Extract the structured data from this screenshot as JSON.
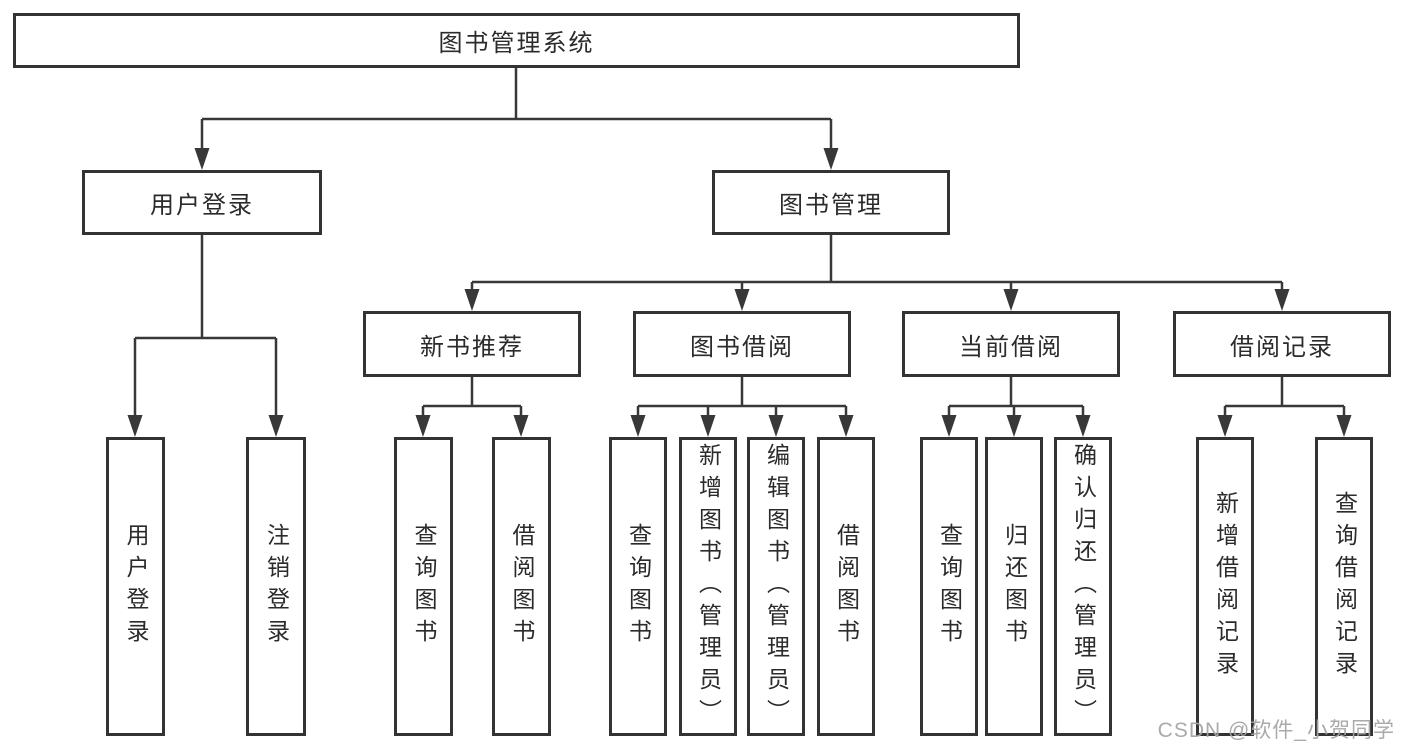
{
  "tree": {
    "root": {
      "label": "图书管理系统"
    },
    "branches": [
      {
        "label": "用户登录",
        "children": [
          {
            "label": "用户登录"
          },
          {
            "label": "注销登录"
          }
        ]
      },
      {
        "label": "图书管理",
        "children": [
          {
            "label": "新书推荐",
            "children": [
              {
                "label": "查询图书"
              },
              {
                "label": "借阅图书"
              }
            ]
          },
          {
            "label": "图书借阅",
            "children": [
              {
                "label": "查询图书"
              },
              {
                "label": "新增图书（管理员）"
              },
              {
                "label": "编辑图书（管理员）"
              },
              {
                "label": "借阅图书"
              }
            ]
          },
          {
            "label": "当前借阅",
            "children": [
              {
                "label": "查询图书"
              },
              {
                "label": "归还图书"
              },
              {
                "label": "确认归还（管理员）"
              }
            ]
          },
          {
            "label": "借阅记录",
            "children": [
              {
                "label": "新增借阅记录"
              },
              {
                "label": "查询借阅记录"
              }
            ]
          }
        ]
      }
    ]
  },
  "watermark": {
    "text": "CSDN @软件_小贺同学"
  },
  "colors": {
    "line": "#383838",
    "box_border": "#333333",
    "text": "#2b2b2b",
    "background": "#ffffff",
    "watermark": "#a5a5a5"
  }
}
